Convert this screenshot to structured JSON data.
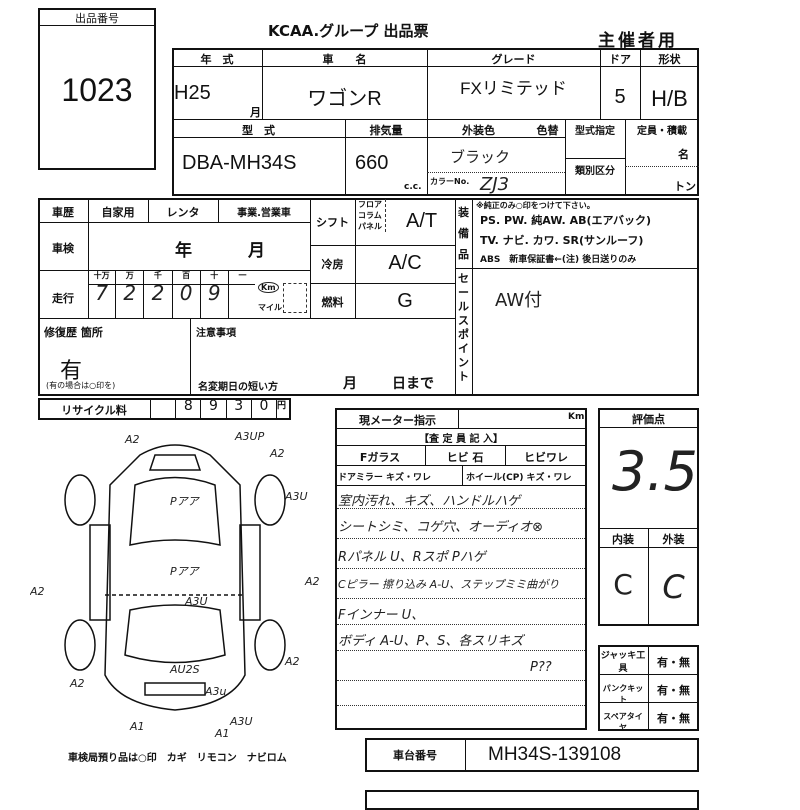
{
  "lot": {
    "label": "出品番号",
    "number": "1023"
  },
  "header": {
    "title": "KCAA.グループ 出品票",
    "usage": "主催者用"
  },
  "vehicle": {
    "year_label": "年　式",
    "year": "H25",
    "month_label": "月",
    "name_label": "車　　名",
    "name": "ワゴンR",
    "grade_label": "グレード",
    "grade": "FXリミテッド",
    "doors_label": "ドア",
    "doors": "5",
    "shape_label": "形状",
    "shape": "H/B",
    "model_label": "型　式",
    "model": "DBA-MH34S",
    "displacement_label": "排気量",
    "displacement": "660",
    "cc": "c.c.",
    "color_label": "外装色",
    "color": "ブラック",
    "color_change_label": "色替",
    "color_no_label": "カラーNo.",
    "color_no": "ZJ3",
    "type_cert_label": "型式指定",
    "class_label": "類別区分",
    "capacity_label": "定員・積載",
    "persons_unit": "名",
    "ton_unit": "トン"
  },
  "history": {
    "label": "車歴",
    "private": "自家用",
    "rental": "レンタ",
    "business": "事業.営業車",
    "inspection_label": "車検",
    "inspection_year": "年",
    "inspection_month": "月",
    "mileage_label": "走行",
    "digit_labels": [
      "十万",
      "万",
      "千",
      "百",
      "十",
      "一"
    ],
    "mileage_digits": [
      "7",
      "2",
      "2",
      "0",
      "9"
    ],
    "km": "Km",
    "mile": "マイル",
    "repair_label": "修復歴 箇所",
    "repair_value": "有",
    "repair_note": "(有の場合は○印を)",
    "caution_label": "注意事項",
    "name_change_label": "名変期日の短い方",
    "month": "月",
    "day_until": "日まで"
  },
  "specs": {
    "shift_label": "シフト",
    "shift_options": [
      "フロア",
      "コラム",
      "パネル"
    ],
    "shift": "A/T",
    "ac_label": "冷房",
    "ac": "A/C",
    "fuel_label": "燃料",
    "fuel": "G"
  },
  "equipment": {
    "label": "装備品",
    "note": "※純正のみ○印をつけて下さい。",
    "line1": "PS. PW. 純AW. AB(エアバック)",
    "line2": "TV. ナビ. カワ. SR(サンルーフ)",
    "line3": "ABS　新車保証書←(注) 後日送りのみ"
  },
  "sales_point": {
    "label": "セールスポイント",
    "text": "AW付"
  },
  "recycle": {
    "label": "リサイクル料",
    "digits": [
      "8",
      "9",
      "3",
      "0"
    ],
    "yen": "円"
  },
  "inspection": {
    "meter_label": "現メーター指示",
    "km": "Km",
    "inspector_label": "【査 定 員 記 入】",
    "glass_label": "Fガラス",
    "glass_chip": "ヒビ 石",
    "glass_crack": "ヒビワレ",
    "mirror_label": "ドアミラー キズ・ワレ",
    "wheel_label": "ホイール(CP) キズ・ワレ",
    "notes": [
      "室内汚れ、キズ、ハンドルハゲ",
      "シートシミ、コゲ穴、オーディオ⊗",
      "Rパネル U、Rスポ Pハゲ",
      "Cピラー 擦り込み A-U、ステップミミ曲がり",
      "Fインナー U、",
      "ボディ A-U、P、S、各スリキズ",
      "P??"
    ]
  },
  "score": {
    "label": "評価点",
    "value": "3.5",
    "interior_label": "内装",
    "exterior_label": "外装",
    "interior": "C",
    "exterior": "C"
  },
  "accessories": {
    "jack_label": "ジャッキ工具",
    "puncture_label": "パンクキット",
    "spare_label": "スペアタイヤ",
    "option": "有・無"
  },
  "diagram": {
    "marks": [
      "A2",
      "A3UP",
      "A2",
      "A3U",
      "A2",
      "A3U",
      "Pアア",
      "Pアア",
      "A3U",
      "AU2S",
      "A2",
      "A2",
      "A3u",
      "A1",
      "A1",
      "A2"
    ],
    "caption": "車検局預り品は○印　カギ　リモコン　ナビロム"
  },
  "chassis": {
    "label": "車台番号",
    "value": "MH34S-139108"
  }
}
